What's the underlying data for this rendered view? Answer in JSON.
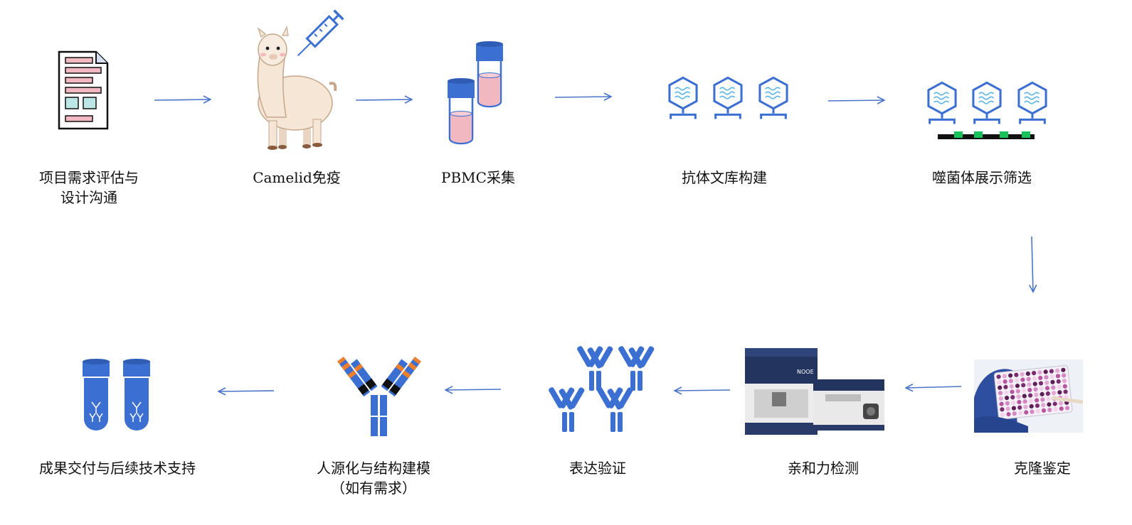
{
  "colors": {
    "primary_blue": "#3b6fd1",
    "pink": "#f2b8c1",
    "light_teal": "#bde6e6",
    "arrow": "#4a74c9",
    "green_dot": "#18c25a",
    "orange": "#ef7f2c"
  },
  "steps": [
    {
      "id": "s1",
      "icon": "document-icon",
      "label_lines": [
        "项目需求评估与",
        "设计沟通"
      ]
    },
    {
      "id": "s2",
      "icon": "alpaca-syringe-icon",
      "label_lines": [
        "Camelid免疫"
      ]
    },
    {
      "id": "s3",
      "icon": "test-tubes-icon",
      "label_lines": [
        "PBMC采集"
      ]
    },
    {
      "id": "s4",
      "icon": "phage-library-icon",
      "label_lines": [
        "抗体文库构建"
      ]
    },
    {
      "id": "s5",
      "icon": "phage-display-icon",
      "label_lines": [
        "噬菌体展示筛选"
      ]
    },
    {
      "id": "s6",
      "icon": "elisa-plate-icon",
      "label_lines": [
        "克隆鉴定"
      ]
    },
    {
      "id": "s7",
      "icon": "instrument-icon",
      "label_lines": [
        "亲和力检测"
      ]
    },
    {
      "id": "s8",
      "icon": "nanobodies-icon",
      "label_lines": [
        "表达验证"
      ]
    },
    {
      "id": "s9",
      "icon": "antibody-icon",
      "label_lines": [
        "人源化与结构建模",
        "（如有需求）"
      ]
    },
    {
      "id": "s10",
      "icon": "delivery-tubes-icon",
      "label_lines": [
        "成果交付与后续技术支持"
      ]
    }
  ],
  "arrows": [
    {
      "from": "s1",
      "to": "s2"
    },
    {
      "from": "s2",
      "to": "s3"
    },
    {
      "from": "s3",
      "to": "s4"
    },
    {
      "from": "s4",
      "to": "s5"
    },
    {
      "from": "s5",
      "to": "s6"
    },
    {
      "from": "s6",
      "to": "s7"
    },
    {
      "from": "s7",
      "to": "s8"
    },
    {
      "from": "s8",
      "to": "s9"
    },
    {
      "from": "s9",
      "to": "s10"
    }
  ],
  "instrument_brand": "NOOE"
}
